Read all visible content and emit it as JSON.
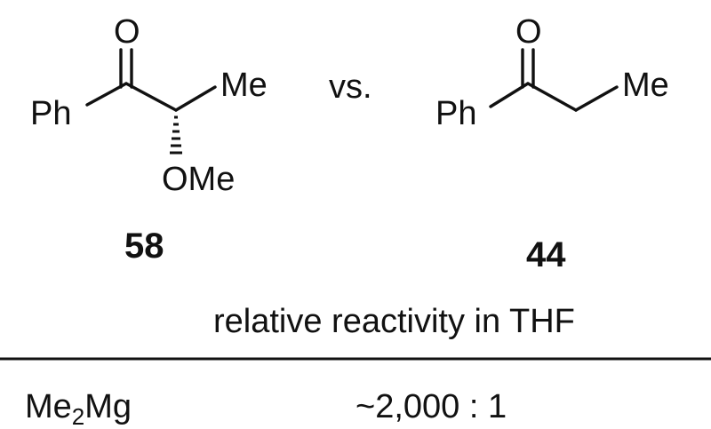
{
  "comparison_word": "vs.",
  "compound_left": {
    "label": "58",
    "atoms": {
      "carbonyl_o": "O",
      "aryl": "Ph",
      "methyl": "Me",
      "methoxy": "OMe"
    }
  },
  "compound_right": {
    "label": "44",
    "atoms": {
      "carbonyl_o": "O",
      "aryl": "Ph",
      "methyl": "Me"
    }
  },
  "table": {
    "header": "relative reactivity in THF",
    "rows": [
      {
        "reagent_main": "Me",
        "reagent_sub": "2",
        "reagent_tail": "Mg",
        "value": "~2,000 : 1"
      }
    ]
  }
}
